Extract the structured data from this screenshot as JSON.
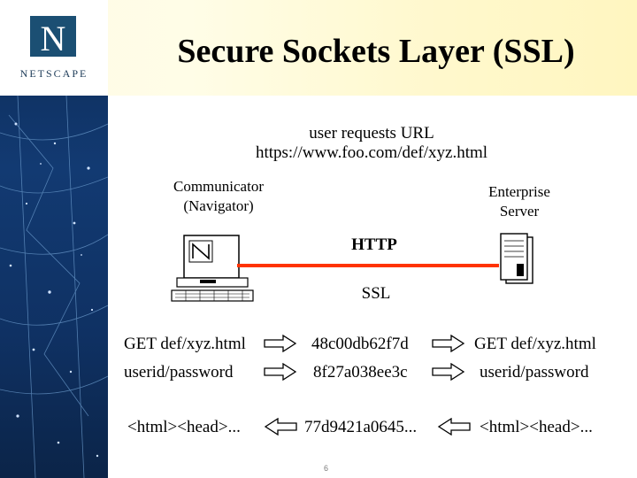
{
  "logo": {
    "letter": "N",
    "word": "NETSCAPE"
  },
  "title": "Secure Sockets Layer (SSL)",
  "request": {
    "line1": "user requests URL",
    "line2": "https://www.foo.com/def/xyz.html"
  },
  "client": {
    "line1": "Communicator",
    "line2": "(Navigator)",
    "icon_letter": "N"
  },
  "server": {
    "line1": "Enterprise",
    "line2": "Server"
  },
  "protocol": {
    "top": "HTTP",
    "bottom": "SSL"
  },
  "rows": [
    {
      "left": "GET def/xyz.html",
      "middle": "48c00db62f7d",
      "right": "GET def/xyz.html",
      "direction": "right"
    },
    {
      "left": "userid/password",
      "middle": "8f27a038ee3c",
      "right": "userid/password",
      "direction": "right"
    },
    {
      "left": "<html><head>...",
      "middle": "77d9421a0645...",
      "right": "<html><head>...",
      "direction": "left"
    }
  ],
  "page_number": "6",
  "colors": {
    "connection_line": "#ff3300",
    "sidebar": "#123a72",
    "logo_box": "#1b4f73",
    "header_band": "#fff8cc"
  }
}
